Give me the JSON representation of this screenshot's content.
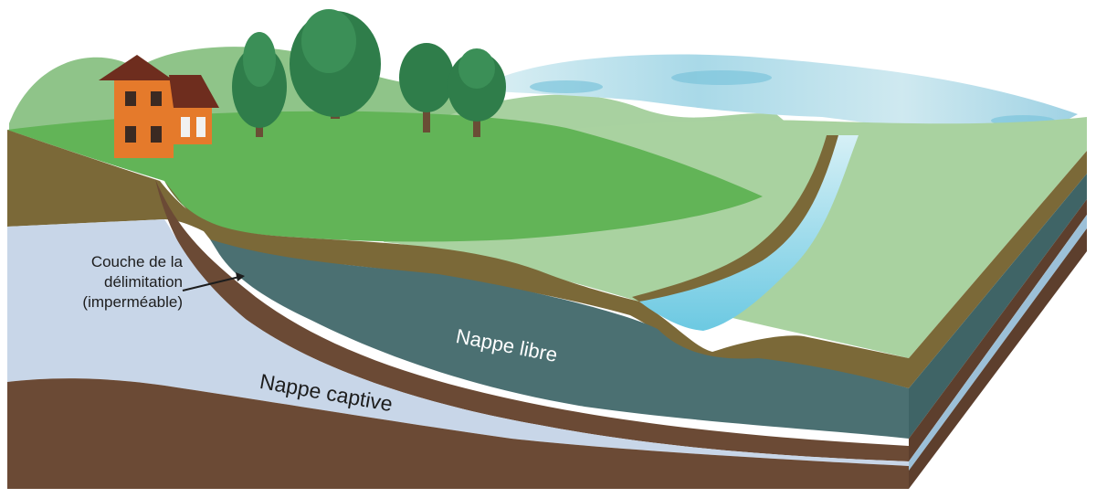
{
  "diagram": {
    "labels": {
      "boundary_layer": [
        "Couche de la",
        "délimitation",
        "(imperméable)"
      ],
      "unconfined_aquifer": "Nappe libre",
      "confined_aquifer": "Nappe captive"
    },
    "colors": {
      "sky_background": "#ffffff",
      "grass_front": "#62b457",
      "grass_far": "#a9d2a0",
      "hills": "#8fc489",
      "soil_brown": "#7b6938",
      "clay_layer": "#6b4a35",
      "unconfined_water": "#4b7072",
      "confined_water": "#c8d6e8",
      "bedrock": "#6b4a35",
      "river": "#8fd3e6",
      "lake": "#a9d9e8",
      "house_wall": "#e57a2b",
      "house_roof": "#6e2d1e",
      "tree_foliage": "#2f7d4a",
      "tree_trunk": "#6a4d35"
    },
    "icons": [
      "house-icon",
      "tree-icon",
      "arrow-icon"
    ]
  }
}
